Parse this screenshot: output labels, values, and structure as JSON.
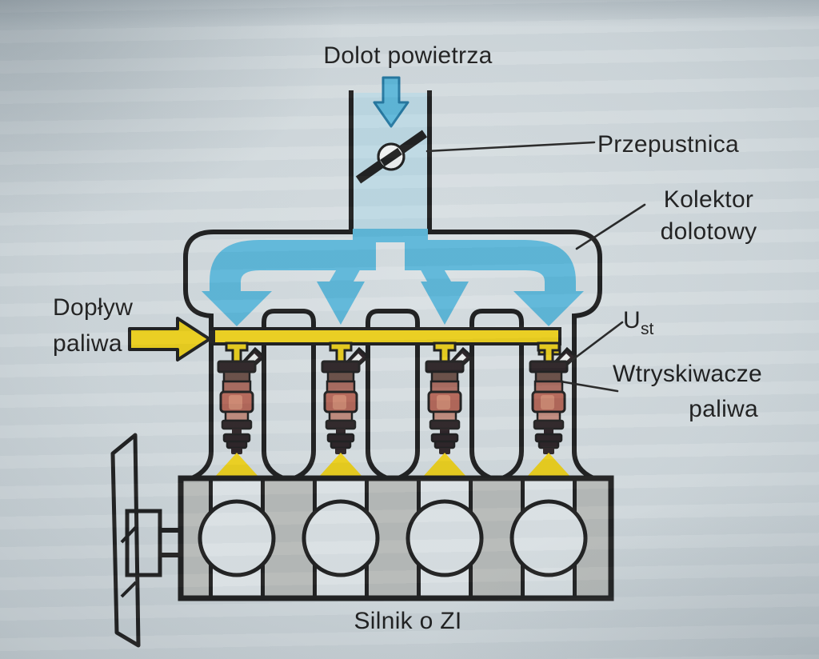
{
  "labels": {
    "air_intake": "Dolot powietrza",
    "throttle": "Przepustnica",
    "manifold": [
      "Kolektor",
      "dolotowy"
    ],
    "fuel_supply": [
      "Dopływ",
      "paliwa"
    ],
    "control_signal": {
      "base": "U",
      "sub": "st"
    },
    "injectors": [
      "Wtryskiwacze",
      "paliwa"
    ],
    "engine": "Silnik o ZI"
  },
  "colors": {
    "background": "#c9d2d6",
    "paper_light": "#d9e0e3",
    "outline": "#1d1d1d",
    "air_blue": "#5cb6d8",
    "air_blue_outline": "#22769f",
    "duct_air": "#bdd8e3",
    "fuel_yellow": "#e9cd1a",
    "engine_gray": "#b6b9b7",
    "injector_dark": "#2a2124",
    "injector_red": "#b26456",
    "injector_red_light": "#cf8b72",
    "text": "#1c1c1c"
  },
  "icon_names": {
    "air_arrow": "down-arrow-icon",
    "fuel_arrow": "right-arrow-icon"
  }
}
